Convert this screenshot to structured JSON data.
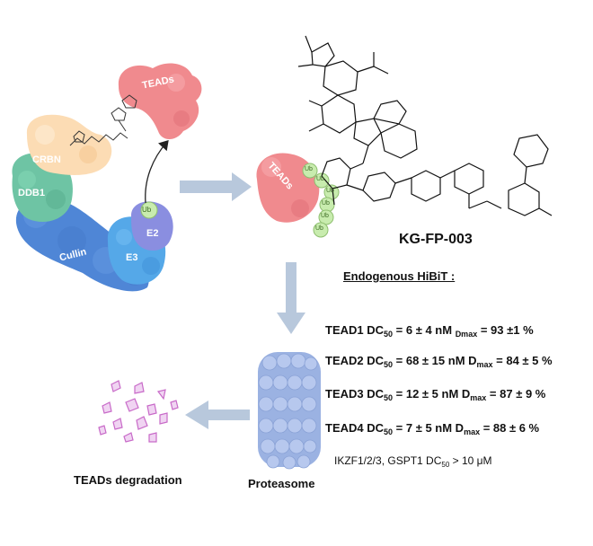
{
  "complex": {
    "crbn_label": "CRBN",
    "ddb1_label": "DDB1",
    "cullin_label": "Cullin",
    "e2_label": "E2",
    "e3_label": "E3",
    "ub_label": "Ub",
    "target_label": "TEADs"
  },
  "ubiquitinated": {
    "target_label": "TEADs",
    "ub_tags": [
      "Ub",
      "Ub",
      "Ub",
      "Ub",
      "Ub",
      "Ub"
    ]
  },
  "compound_name": "KG-FP-003",
  "hibit": {
    "title": "Endogenous HiBiT :",
    "rows": [
      {
        "target": "TEAD1",
        "dc_prefix": "DC",
        "dc_sub": "50",
        "dc_value": " = 6 ± 4 nM ",
        "dmax_sub": "Dmax",
        "dmax_value": " = 93 ±1 %"
      },
      {
        "target": "TEAD2",
        "dc_prefix": "DC",
        "dc_sub": "50",
        "dc_value": " = 68 ± 15 nM D",
        "dmax_sub": "max",
        "dmax_value": " = 84 ±  5 %"
      },
      {
        "target": "TEAD3",
        "dc_prefix": "DC",
        "dc_sub": "50",
        "dc_value": " = 12 ± 5 nM   D",
        "dmax_sub": "max",
        "dmax_value": " = 87 ± 9 %"
      },
      {
        "target": "TEAD4",
        "dc_prefix": "DC",
        "dc_sub": "50",
        "dc_value": " = 7 ± 5 nM    D",
        "dmax_sub": "max",
        "dmax_value": " = 88 ± 6 %"
      }
    ],
    "note_prefix": "IKZF1/2/3, GSPT1 DC",
    "note_sub": "50",
    "note_suffix": " > 10 μM"
  },
  "captions": {
    "proteasome": "Proteasome",
    "degradation": "TEADs degradation"
  },
  "colors": {
    "teads": "#f08a8e",
    "crbn": "#fcdcb4",
    "ddb1": "#6ec4a4",
    "cullin": "#4f86d6",
    "e3": "#55a8e8",
    "e2": "#8a8ee0",
    "ub": "#c8ecae",
    "arrow": "#b8c8dc",
    "proteasome": "#9bb2e2",
    "fragments": "#d884d8"
  }
}
